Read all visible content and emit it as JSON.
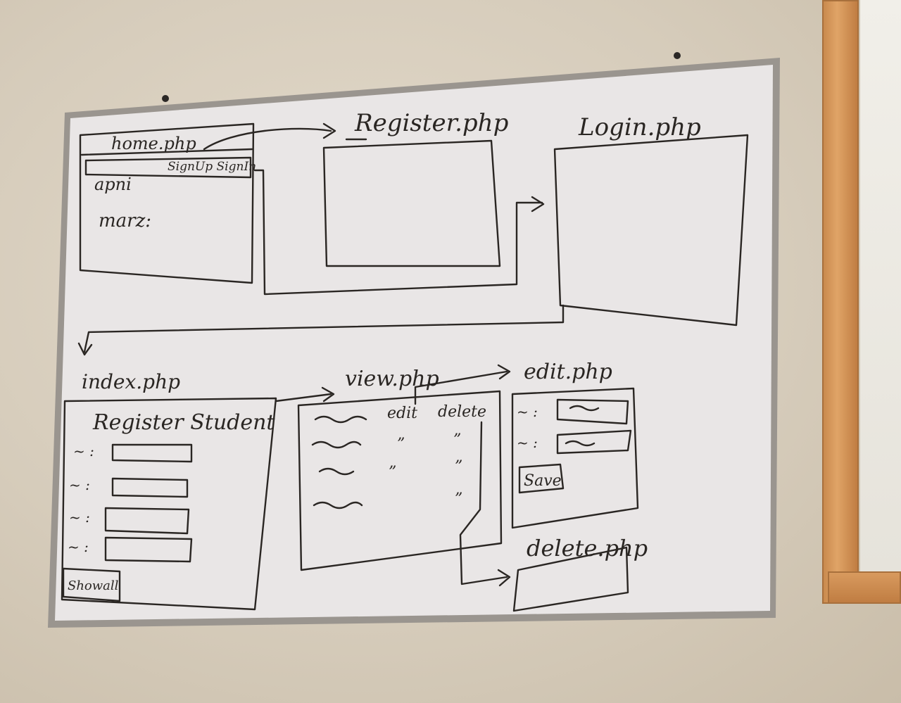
{
  "board": {
    "home": {
      "title": "home.php",
      "nav": "SignUp SignIn",
      "line1": "apni",
      "line2": "marz:"
    },
    "register": {
      "title": "Register.php"
    },
    "login": {
      "title": "Login.php"
    },
    "index": {
      "title": "index.php",
      "heading": "Register Student",
      "field_labels": [
        "~ :",
        "~ :",
        "~ :",
        "~ :"
      ],
      "button": "Showall"
    },
    "view": {
      "title": "view.php",
      "col_edit": "edit",
      "col_delete": "delete",
      "row_marks": [
        "”",
        "”",
        "”"
      ]
    },
    "edit": {
      "title": "edit.php",
      "field_labels": [
        "~ :",
        "~ :"
      ],
      "button": "Save"
    },
    "delete": {
      "title": "delete.php"
    }
  },
  "colors": {
    "marker": "#2a2623",
    "board_surface": "#e9e6e6",
    "board_frame": "#8e8a85",
    "wall": "#d9cfbf",
    "cork_frame": "#c98a4e"
  }
}
